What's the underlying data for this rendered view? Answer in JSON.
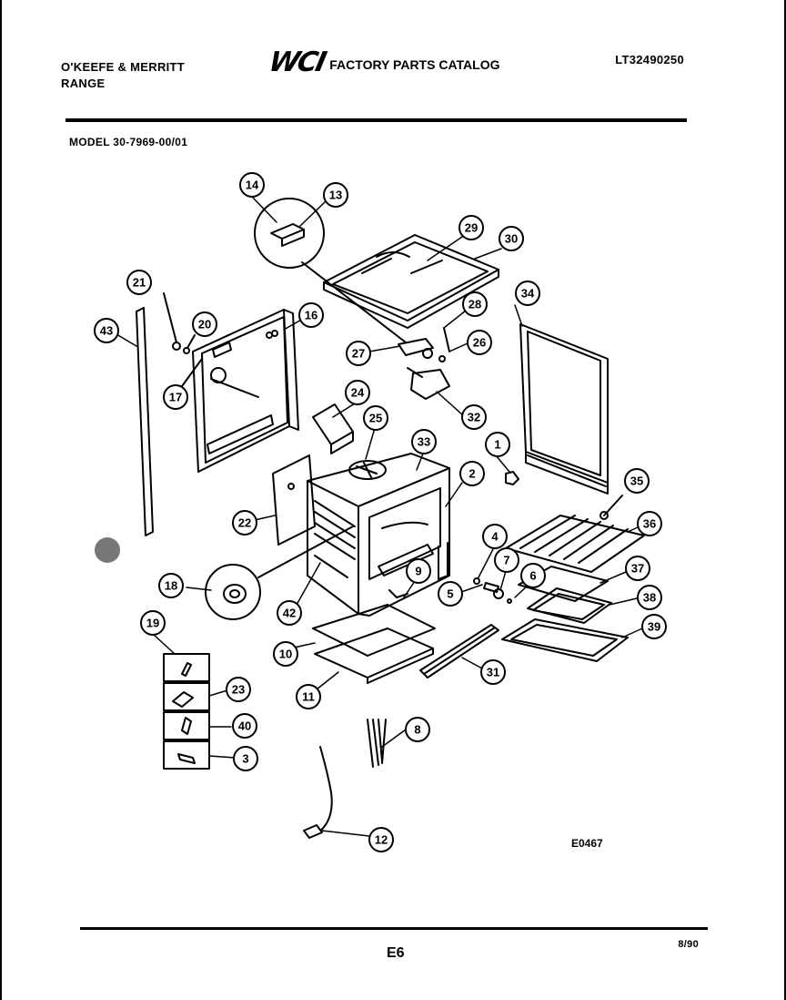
{
  "header": {
    "manufacturer_line1": "O'KEEFE & MERRITT",
    "manufacturer_line2": "RANGE",
    "logo": "WCI",
    "catalog_title": "FACTORY PARTS CATALOG",
    "catalog_number": "LT32490250",
    "model": "MODEL 30-7969-00/01"
  },
  "diagram": {
    "code": "E0467",
    "callouts": [
      "1",
      "2",
      "3",
      "4",
      "5",
      "6",
      "7",
      "8",
      "9",
      "10",
      "11",
      "12",
      "13",
      "14",
      "16",
      "17",
      "18",
      "19",
      "20",
      "21",
      "22",
      "23",
      "24",
      "25",
      "26",
      "27",
      "28",
      "29",
      "30",
      "31",
      "32",
      "33",
      "34",
      "35",
      "36",
      "37",
      "38",
      "39",
      "40",
      "42",
      "43"
    ]
  },
  "footer": {
    "page": "E6",
    "date": "8/90"
  }
}
